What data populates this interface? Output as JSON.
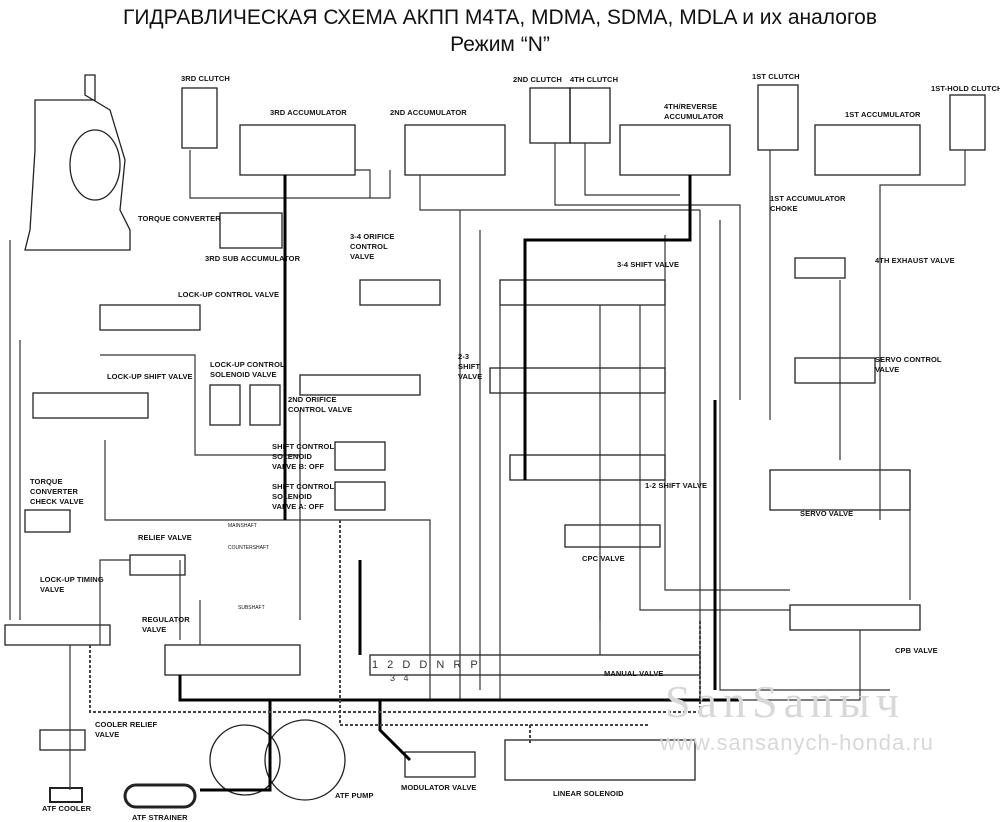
{
  "title": "ГИДРАВЛИЧЕСКАЯ СХЕМА АКПП M4TA, MDMA, SDMA, MDLA и их аналогов",
  "subtitle": "Режим “N”",
  "labels": {
    "clutch3": "3RD CLUTCH",
    "acc3": "3RD ACCUMULATOR",
    "acc2": "2ND ACCUMULATOR",
    "clutch2": "2ND CLUTCH",
    "clutch4": "4TH CLUTCH",
    "acc4r": [
      "4TH/REVERSE",
      "ACCUMULATOR"
    ],
    "clutch1": "1ST CLUTCH",
    "acc1": "1ST ACCUMULATOR",
    "clutch1hold": "1ST-HOLD CLUTCH",
    "torque_converter": "TORQUE CONVERTER",
    "sub_acc3": "3RD SUB ACCUMULATOR",
    "orifice34": [
      "3-4 ORIFICE",
      "CONTROL",
      "VALVE"
    ],
    "acc1_choke": [
      "1ST ACCUMULATOR",
      "CHOKE"
    ],
    "exhaust4": "4TH EXHAUST VALVE",
    "shift34": "3-4 SHIFT VALVE",
    "lockup_control": "LOCK-UP CONTROL VALVE",
    "servo_control": [
      "SERVO CONTROL",
      "VALVE"
    ],
    "lockup_solenoid": [
      "LOCK-UP CONTROL",
      "SOLENOID VALVE"
    ],
    "lockup_shift": "LOCK-UP SHIFT VALVE",
    "orifice2": [
      "2ND ORIFICE",
      "CONTROL VALVE"
    ],
    "shift23": [
      "2-3",
      "SHIFT",
      "VALVE"
    ],
    "solenoid_b": [
      "SHIFT CONTROL",
      "SOLENOID",
      "VALVE B: OFF"
    ],
    "solenoid_a": [
      "SHIFT CONTROL",
      "SOLENOID",
      "VALVE A: OFF"
    ],
    "tc_check": [
      "TORQUE",
      "CONVERTER",
      "CHECK VALVE"
    ],
    "shift12": "1-2 SHIFT VALVE",
    "servo": "SERVO VALVE",
    "relief": "RELIEF VALVE",
    "cpc": "CPC VALVE",
    "lockup_timing": [
      "LOCK-UP TIMING",
      "VALVE"
    ],
    "regulator": [
      "REGULATOR",
      "VALVE"
    ],
    "cpb": "CPB VALVE",
    "manual": "MANUAL VALVE",
    "cooler_relief": [
      "COOLER RELIEF",
      "VALVE"
    ],
    "atf_pump": "ATF PUMP",
    "modulator": "MODULATOR VALVE",
    "linear_solenoid": "LINEAR SOLENOID",
    "atf_cooler": "ATF COOLER",
    "atf_strainer": "ATF STRAINER",
    "mainshaft": "MAINSHAFT",
    "countershaft": "COUNTERSHAFT",
    "subshaft": "SUBSHAFT"
  },
  "shift_positions": {
    "row1": "1 2 D D N R P",
    "row2": "3 4"
  },
  "watermark": {
    "name": "SanSanыч",
    "url": "www.sansanych-honda.ru"
  }
}
